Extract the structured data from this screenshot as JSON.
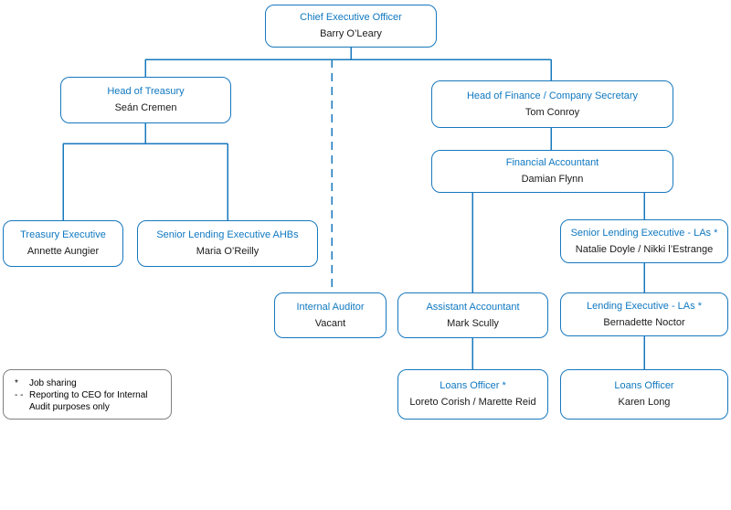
{
  "colors": {
    "accent": "#1878be",
    "accent-text": "#0f78c0",
    "legend-border": "#808080"
  },
  "nodes": {
    "ceo": {
      "title": "Chief Executive Officer",
      "name": "Barry O’Leary"
    },
    "head_treasury": {
      "title": "Head of Treasury",
      "name": "Seán Cremen"
    },
    "head_finance": {
      "title": "Head of Finance / Company Secretary",
      "name": "Tom Conroy"
    },
    "financial_accountant": {
      "title": "Financial Accountant",
      "name": "Damian Flynn"
    },
    "treasury_executive": {
      "title": "Treasury Executive",
      "name": "Annette Aungier"
    },
    "senior_lending_ahbs": {
      "title": "Senior Lending Executive AHBs",
      "name": "Maria O’Reilly"
    },
    "senior_lending_las": {
      "title": "Senior Lending Executive - LAs *",
      "name": "Natalie Doyle / Nikki l’Estrange"
    },
    "internal_auditor": {
      "title": "Internal Auditor",
      "name": "Vacant"
    },
    "assistant_accountant": {
      "title": "Assistant Accountant",
      "name": "Mark Scully"
    },
    "lending_executive_las": {
      "title": "Lending Executive - LAs *",
      "name": "Bernadette Noctor"
    },
    "loans_officer_shared": {
      "title": "Loans Officer *",
      "name": "Loreto Corish / Marette Reid"
    },
    "loans_officer": {
      "title": "Loans Officer",
      "name": "Karen Long"
    }
  },
  "hierarchy": {
    "edges": [
      {
        "from": "ceo",
        "to": "head_treasury",
        "style": "solid"
      },
      {
        "from": "ceo",
        "to": "head_finance",
        "style": "solid"
      },
      {
        "from": "ceo",
        "to": "internal_auditor",
        "style": "dashed"
      },
      {
        "from": "head_treasury",
        "to": "treasury_executive",
        "style": "solid"
      },
      {
        "from": "head_treasury",
        "to": "senior_lending_ahbs",
        "style": "solid"
      },
      {
        "from": "head_finance",
        "to": "financial_accountant",
        "style": "solid"
      },
      {
        "from": "financial_accountant",
        "to": "assistant_accountant",
        "style": "solid"
      },
      {
        "from": "financial_accountant",
        "to": "senior_lending_las",
        "style": "solid"
      },
      {
        "from": "senior_lending_las",
        "to": "lending_executive_las",
        "style": "solid"
      },
      {
        "from": "assistant_accountant",
        "to": "loans_officer_shared",
        "style": "solid"
      },
      {
        "from": "lending_executive_las",
        "to": "loans_officer",
        "style": "solid"
      }
    ]
  },
  "legend": {
    "items": [
      {
        "marker": "*",
        "text": "Job sharing"
      },
      {
        "marker": "- -",
        "text": "Reporting to CEO for Internal Audit purposes only"
      }
    ]
  }
}
